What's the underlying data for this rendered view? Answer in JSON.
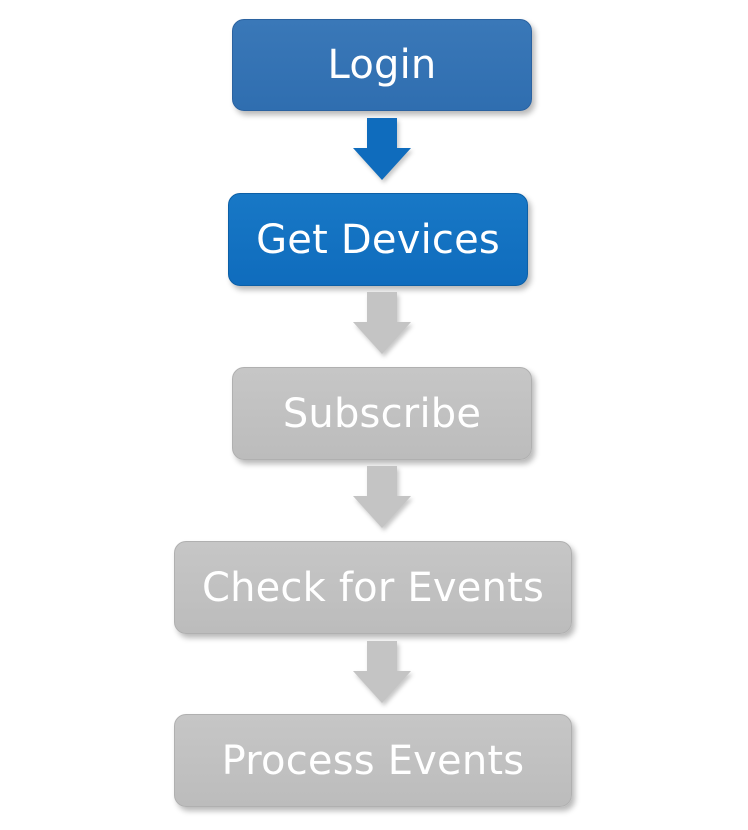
{
  "flow": {
    "steps": [
      {
        "label": "Login",
        "state": "done"
      },
      {
        "label": "Get Devices",
        "state": "active"
      },
      {
        "label": "Subscribe",
        "state": "pending"
      },
      {
        "label": "Check for Events",
        "state": "pending"
      },
      {
        "label": "Process Events",
        "state": "pending"
      }
    ]
  },
  "colors": {
    "done": "#2f6eb0",
    "active": "#0f6cbd",
    "pending": "#bfbfbf",
    "arrow_active": "#0f6cbd",
    "arrow_pending": "#c4c4c4"
  }
}
